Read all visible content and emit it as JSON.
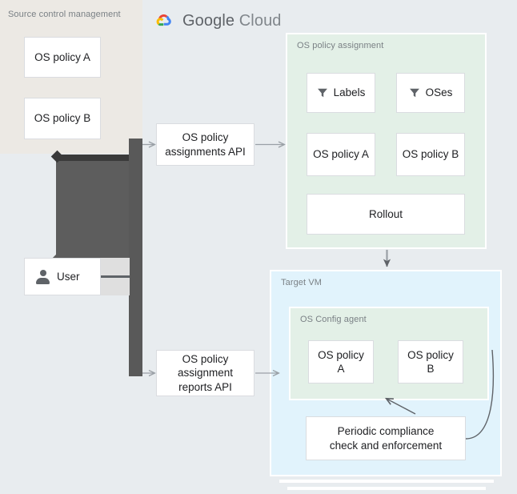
{
  "brand": {
    "name_bold": "Google",
    "name_light": "Cloud",
    "logo_icon": "google-cloud-logo",
    "colors": {
      "red": "#ea4335",
      "yellow": "#fbbc04",
      "green": "#34a853",
      "blue": "#4285f4",
      "grey_text": "#5f6368"
    }
  },
  "panels": {
    "source_control": {
      "title": "Source control management",
      "bg": "#ece9e4",
      "boxes": [
        {
          "label": "OS policy A"
        },
        {
          "label": "OS policy B"
        }
      ]
    },
    "os_policy_assignment": {
      "title": "OS policy assignment",
      "bg": "#e3f0e7",
      "filters": [
        {
          "label": "Labels",
          "icon": "filter-funnel-icon"
        },
        {
          "label": "OSes",
          "icon": "filter-funnel-icon"
        }
      ],
      "policies": [
        {
          "label": "OS policy A"
        },
        {
          "label": "OS policy B"
        }
      ],
      "rollout": {
        "label": "Rollout"
      }
    },
    "target_vm": {
      "title": "Target VM",
      "bg": "#e1f3fc",
      "os_config_agent": {
        "title": "OS Config agent",
        "bg": "#e3f0e7",
        "policies": [
          {
            "label": "OS policy A"
          },
          {
            "label": "OS policy B"
          }
        ]
      },
      "compliance": {
        "label": "Periodic compliance\ncheck and enforcement"
      }
    }
  },
  "actors": {
    "user": {
      "label": "User",
      "icon": "user-person-icon"
    }
  },
  "apis": {
    "assignments": {
      "label": "OS policy\nassignments API"
    },
    "reports": {
      "label": "OS policy\nassignment\nreports API"
    }
  },
  "connectors": {
    "user_to_assignments_api": "arrow-right",
    "assignments_api_to_assignment_panel": "arrow-right",
    "assignment_panel_to_target_vm": "arrow-down",
    "reports_api_to_target_vm": "arrow-right",
    "user_to_reports_api": "arrow-right",
    "compliance_to_config_agent": "arrow-up-left",
    "config_agent_to_compliance_loop": "curved-arrow"
  }
}
